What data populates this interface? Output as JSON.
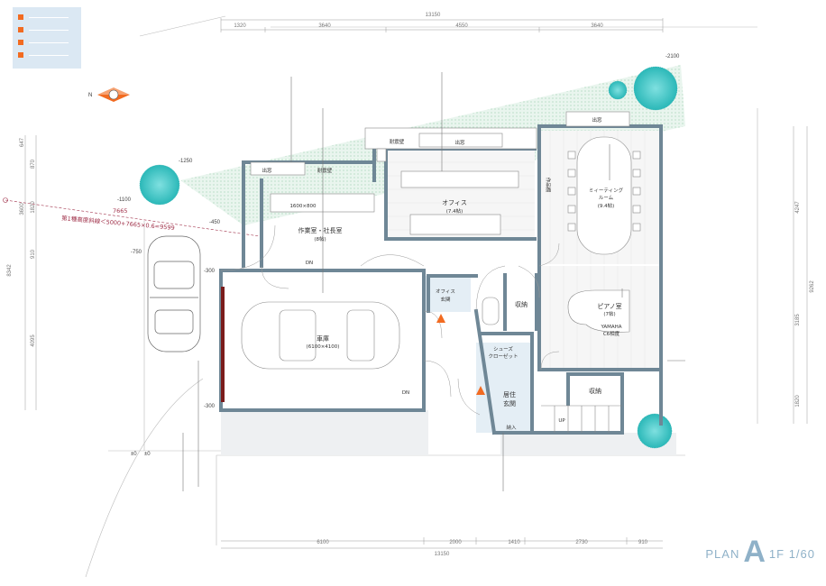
{
  "dims_top": [
    "13150",
    "1320",
    "3640",
    "4550",
    "3640"
  ],
  "dims_bottom": [
    "6100",
    "2000",
    "1410",
    "2730",
    "910",
    "13150"
  ],
  "dims_left": [
    "647",
    "870",
    "1820",
    "3600",
    "910",
    "8342",
    "4095"
  ],
  "dims_right": [
    "4247",
    "9262",
    "3185",
    "1820"
  ],
  "levels": [
    "-2100",
    "-1250",
    "-1100",
    "-450",
    "-750",
    "-300",
    "-300",
    "±0",
    "±0"
  ],
  "height_limit": {
    "line1": "7665",
    "line2": "第1種高度斜線＜5000+7665×0.6=9599"
  },
  "rooms": {
    "garage": {
      "label": "車庫",
      "sub": "(6100×4100)"
    },
    "workroom": {
      "label": "作業室・社長室",
      "sub": "(8帖)"
    },
    "office": {
      "label": "オフィス",
      "sub": "(7.4帖)"
    },
    "meeting": {
      "label1": "ミィーティング",
      "label2": "ルーム",
      "sub": "(9.4帖)"
    },
    "piano": {
      "label": "ピアノ室",
      "sub": "(7帖)",
      "note1": "YAMAHA",
      "note2": "C6相度"
    },
    "shoes": {
      "label1": "シューズ",
      "label2": "クローゼット"
    },
    "entry_home": {
      "label1": "居住",
      "label2": "玄関"
    },
    "entry_office": {
      "label1": "オフィス",
      "label2": "玄関"
    },
    "storage1": {
      "label": "収納"
    },
    "storage2": {
      "label": "収納"
    },
    "works_shelf": {
      "label": "作品棚"
    },
    "window1": {
      "label": "出窓"
    },
    "window2": {
      "label": "出窓"
    },
    "window3": {
      "label": "出窓"
    },
    "shelf1": {
      "label": "耐震壁"
    },
    "shelf2": {
      "label": "耐震壁"
    },
    "desk": {
      "label": "1600×800"
    },
    "dn1": {
      "label": "DN"
    },
    "dn2": {
      "label": "DN"
    },
    "up": {
      "label": "UP"
    },
    "entrance_small": {
      "label": "納入"
    }
  },
  "title": {
    "prefix": "PLAN",
    "letter": "A",
    "suffix": "1F 1/60"
  },
  "colors": {
    "wall": "#6f8796",
    "tree": "#3cc4c4",
    "accent": "#f26b21",
    "limit": "#a0314a"
  }
}
